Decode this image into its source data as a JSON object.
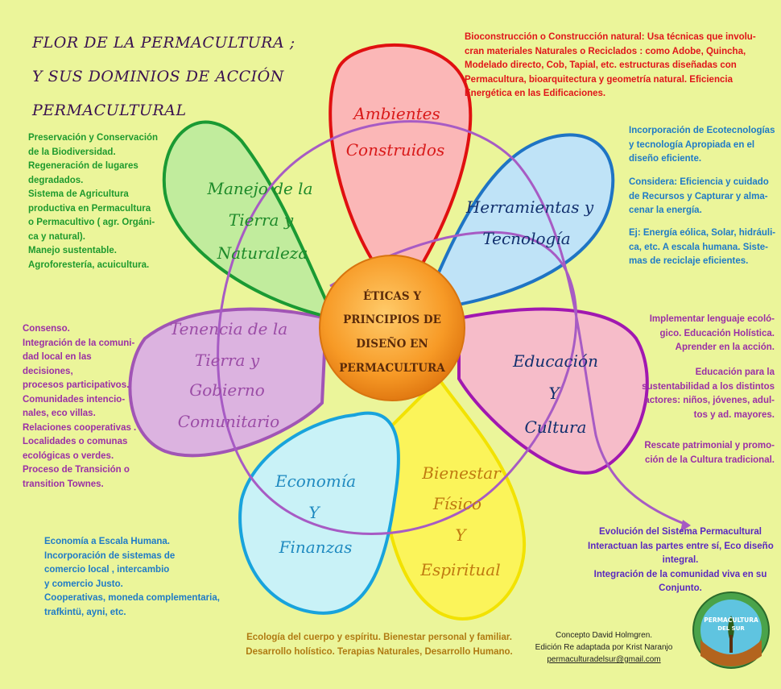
{
  "title": {
    "line1": "FLOR  DE  LA  PERMACULTURA ;",
    "line2": "Y  SUS   DOMINIOS DE ACCIÓN",
    "line3": "PERMACULTURAL"
  },
  "center": {
    "line1": "ÉTICAS Y",
    "line2": "PRINCIPIOS DE",
    "line3": "DISEÑO EN",
    "line4": "PERMACULTURA"
  },
  "petals": {
    "ambientes": {
      "line1": "Ambientes",
      "line2": "Construidos",
      "color": "#d91a1a"
    },
    "herramientas": {
      "line1": "Herramientas y",
      "line2": "Tecnología",
      "color": "#12306e"
    },
    "educacion": {
      "line1": "Educación",
      "line2": "Y",
      "line3": "Cultura",
      "color": "#12306e"
    },
    "bienestar": {
      "line1": "Bienestar",
      "line2": "Físico",
      "line3": "Y",
      "line4": "Espiritual",
      "color": "#c07a10"
    },
    "economia": {
      "line1": "Economía",
      "line2": "Y",
      "line3": "Finanzas",
      "color": "#1f8ac0"
    },
    "tenencia": {
      "line1": "Tenencia de la",
      "line2": "Tierra y",
      "line3": "Gobierno",
      "line4": "Comunitario",
      "color": "#9b4ca6"
    },
    "manejo": {
      "line1": "Manejo de la",
      "line2": "Tierra y",
      "line3": "Naturaleza",
      "color": "#1e8a2a"
    }
  },
  "texts": {
    "bioconstruccion": [
      "Bioconstrucción o Construcción natural: Usa técnicas que involu-",
      "cran materiales Naturales o Reciclados : como Adobe, Quincha,",
      "Modelado directo, Cob, Tapial, etc. estructuras diseñadas con",
      "Permacultura, bioarquitectura y geometría natural. Eficiencia",
      "Energética en las Edificaciones."
    ],
    "ecotecnologias": [
      "Incorporación de Ecotecnologías",
      "y tecnología Apropiada en el",
      "diseño eficiente."
    ],
    "considera": [
      "Considera: Eficiencia y cuidado",
      "de Recursos y Capturar y alma-",
      "cenar la energía."
    ],
    "energia": [
      "Ej: Energía eólica, Solar, hidráuli-",
      "ca, etc. A escala humana. Siste-",
      "mas de reciclaje eficientes."
    ],
    "preservacion": [
      "Preservación  y Conservación",
      "de la Biodiversidad.",
      "Regeneración de  lugares",
      "degradados.",
      "Sistema de Agricultura",
      "productiva en  Permacultura",
      "o Permacultivo ( agr. Orgáni-",
      "ca y natural).",
      "Manejo sustentable.",
      "Agroforestería, acuicultura."
    ],
    "consenso": [
      "Consenso.",
      "Integración de la comuni-",
      "dad local en las",
      "decisiones,",
      "procesos participativos.",
      "Comunidades intencio-",
      "nales, eco villas.",
      "Relaciones cooperativas .",
      "Localidades o comunas",
      "ecológicas o verdes.",
      "Proceso de Transición o",
      "transition Townes."
    ],
    "educacion1": [
      "Implementar lenguaje ecoló-",
      "gico. Educación Holística.",
      "Aprender en la acción."
    ],
    "educacion2": [
      "Educación para la",
      "sustentabilidad a los distintos",
      "actores: niños, jóvenes, adul-",
      "tos y ad. mayores."
    ],
    "educacion3": [
      "Rescate patrimonial y promo-",
      "ción de la Cultura tradicional."
    ],
    "economia": [
      "Economía a Escala Humana.",
      "Incorporación de sistemas de",
      "comercio local , intercambio",
      "y comercio Justo.",
      "Cooperativas, moneda complementaria,",
      "trafkintü, ayni, etc."
    ],
    "evolucion": [
      "Evolución del Sistema Permacultural",
      "Interactuan las partes entre sí, Eco diseño",
      "integral.",
      "Integración de la comunidad viva en su",
      "Conjunto."
    ],
    "ecologia": [
      "Ecología del cuerpo y espíritu.  Bienestar personal y familiar.",
      "Desarrollo holístico. Terapias Naturales,  Desarrollo Humano."
    ],
    "credits": {
      "line1": "Concepto David Holmgren.",
      "line2": "Edición  Re adaptada  por Krist Naranjo",
      "email": "permaculturadelsur@gmail.com"
    }
  },
  "logo": {
    "line1": "PERMACULTURA",
    "line2": "DEL SUR"
  }
}
